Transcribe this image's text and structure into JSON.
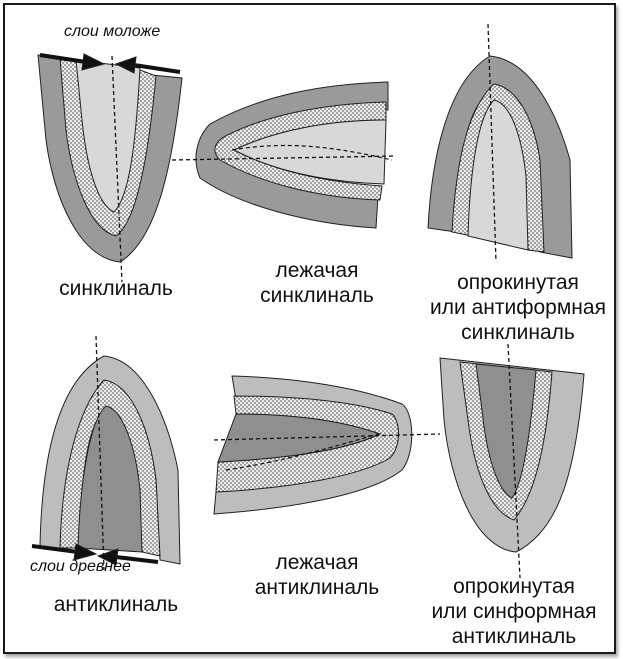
{
  "colors": {
    "outer_layer": "#9a9a9a",
    "dotted_layer": "#e8e8e8",
    "light_core": "#d8d8d8",
    "dark_core": "#8f8f8f",
    "light_outer": "#bdbdbd",
    "outline": "#222222",
    "frame": "#1a1a1a"
  },
  "top_row": {
    "arrow_label": "слои моложе",
    "syncline": "синклиналь",
    "recumbent_syncline": [
      "лежачая",
      "синклиналь"
    ],
    "overturned_syncline": [
      "опрокинутая",
      "или антиформная",
      "синклиналь"
    ]
  },
  "bottom_row": {
    "arrow_label": "слои древнее",
    "anticline": "антиклиналь",
    "recumbent_anticline": [
      "лежачая",
      "антиклиналь"
    ],
    "overturned_anticline": [
      "опрокинутая",
      "или синформная",
      "антиклиналь"
    ]
  }
}
